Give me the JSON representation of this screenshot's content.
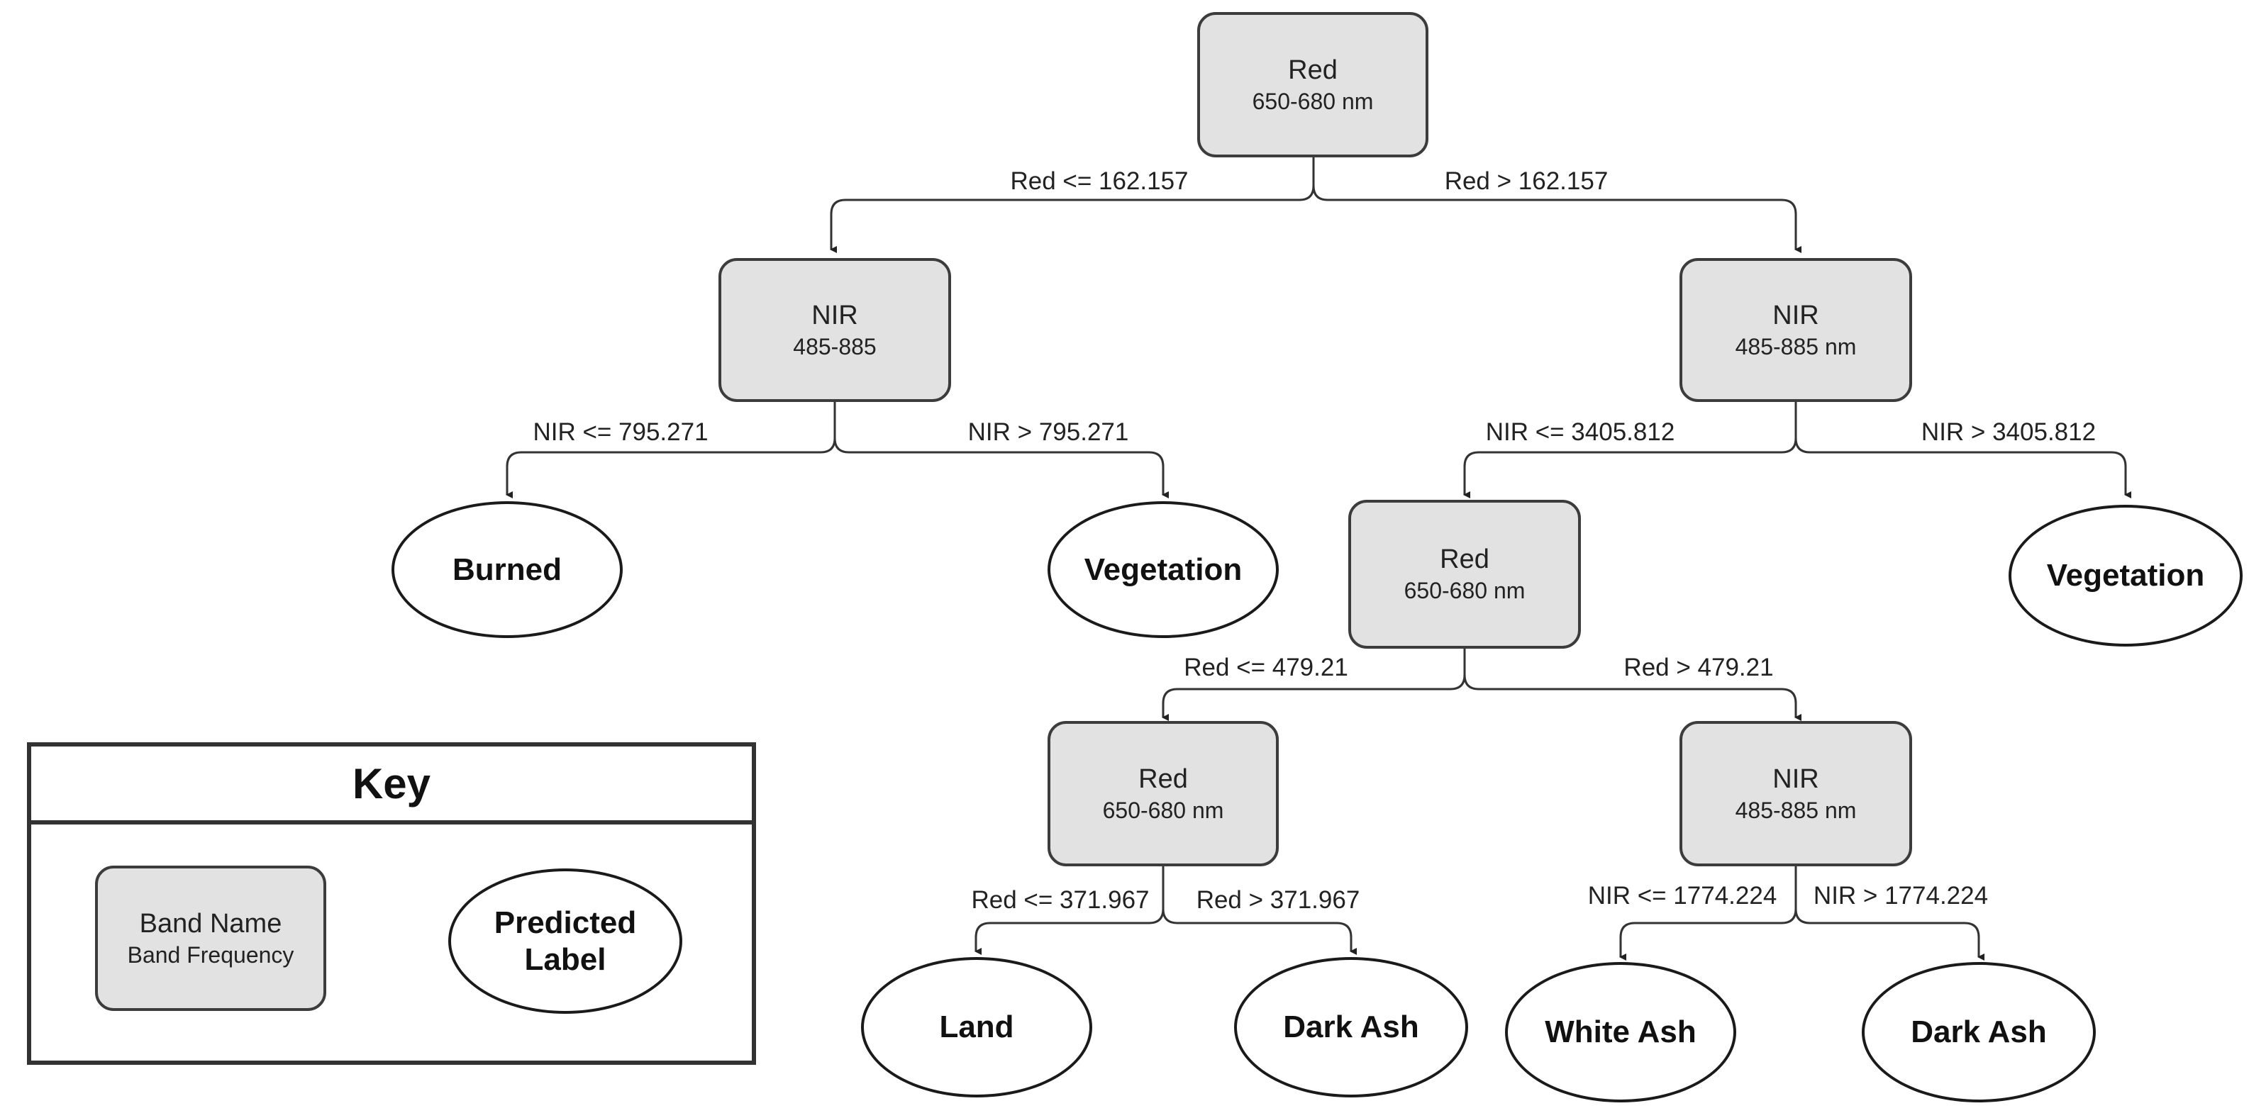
{
  "tree": {
    "root": {
      "band": "Red",
      "freq": "650-680 nm"
    },
    "n_left": {
      "band": "NIR",
      "freq": "485-885"
    },
    "n_right": {
      "band": "NIR",
      "freq": "485-885 nm"
    },
    "n_mid": {
      "band": "Red",
      "freq": "650-680 nm"
    },
    "n_ll": {
      "band": "Red",
      "freq": "650-680 nm"
    },
    "n_lr": {
      "band": "NIR",
      "freq": "485-885 nm"
    },
    "leaves": {
      "burned": "Burned",
      "vegetation_1": "Vegetation",
      "vegetation_2": "Vegetation",
      "land": "Land",
      "dark_ash_1": "Dark Ash",
      "white_ash": "White Ash",
      "dark_ash_2": "Dark Ash"
    },
    "conditions": {
      "root_left": "Red <= 162.157",
      "root_right": "Red > 162.157",
      "nl_left": "NIR <= 795.271",
      "nl_right": "NIR > 795.271",
      "nr_left": "NIR <= 3405.812",
      "nr_right": "NIR > 3405.812",
      "nm_left": "Red <= 479.21",
      "nm_right": "Red > 479.21",
      "nll_left": "Red <= 371.967",
      "nll_right": "Red > 371.967",
      "nlr_left": "NIR <= 1774.224",
      "nlr_right": "NIR > 1774.224"
    }
  },
  "key": {
    "title": "Key",
    "box_line1": "Band Name",
    "box_line2": "Band Frequency",
    "ellipse_line1": "Predicted",
    "ellipse_line2": "Label"
  },
  "colors": {
    "node_fill": "#e2e2e2",
    "node_border": "#3c3c3c",
    "edge": "#333333"
  }
}
